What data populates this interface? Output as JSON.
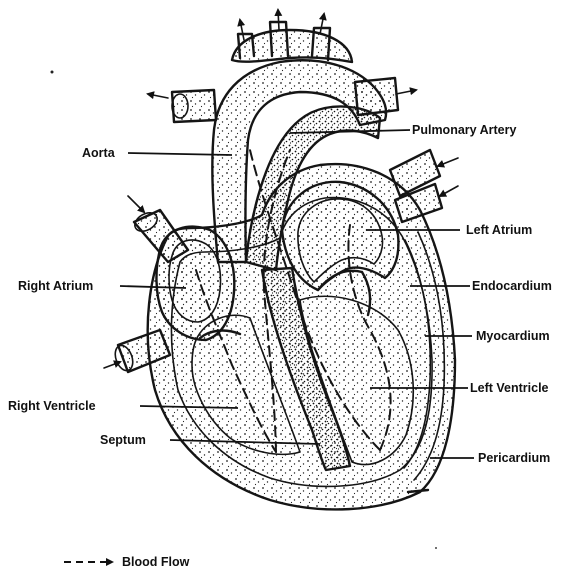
{
  "labels": {
    "aorta": "Aorta",
    "pulmonary_artery": "Pulmonary Artery",
    "left_atrium": "Left Atrium",
    "right_atrium": "Right Atrium",
    "endocardium": "Endocardium",
    "myocardium": "Myocardium",
    "right_ventricle": "Right Ventricle",
    "left_ventricle": "Left Ventricle",
    "septum": "Septum",
    "pericardium": "Pericardium"
  },
  "legend": {
    "blood_flow": "Blood Flow"
  }
}
